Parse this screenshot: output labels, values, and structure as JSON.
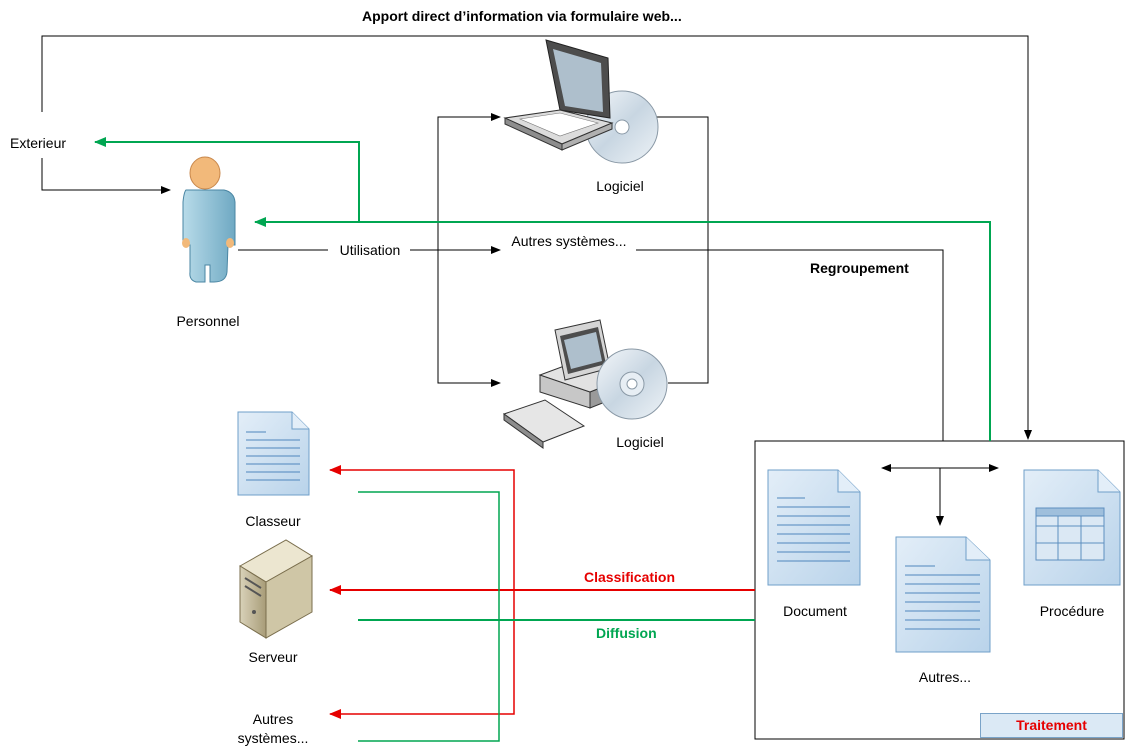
{
  "diagram": {
    "top_flow_label": "Apport direct d’information via formulaire web...",
    "exterieur_label": "Exterieur",
    "personnel_label": "Personnel",
    "utilisation_label": "Utilisation",
    "logiciel_laptop_label": "Logiciel",
    "logiciel_desktop_label": "Logiciel",
    "autres_systemes_top_label": "Autres systèmes...",
    "regroupement_label": "Regroupement",
    "classeur_label": "Classeur",
    "serveur_label": "Serveur",
    "autres_systemes_bottom_label": "Autres systèmes...",
    "classification_label": "Classification",
    "diffusion_label": "Diffusion",
    "document_label": "Document",
    "autres_label": "Autres...",
    "procedure_label": "Procédure",
    "traitement_label": "Traitement",
    "colors": {
      "classification": "#e60000",
      "diffusion": "#00a651",
      "flow": "#000000",
      "doc_fill": "#cfe2f3",
      "doc_border": "#6f9fc9"
    },
    "icons": [
      "person-icon",
      "laptop-cd-icon",
      "desktop-cd-icon",
      "document-icon",
      "server-icon",
      "table-document-icon"
    ]
  }
}
